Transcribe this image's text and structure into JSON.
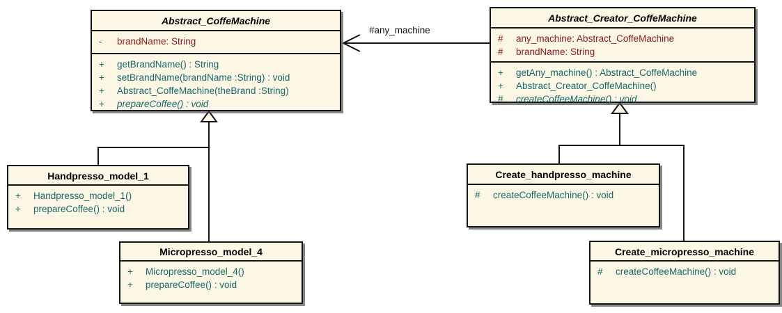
{
  "diagram": {
    "type": "uml-class-diagram",
    "colors": {
      "box_fill": "#FCF7E5",
      "border": "#141414",
      "attribute_text": "#8B1A1A",
      "method_text": "#17686B",
      "title_text": "#000000",
      "canvas": "#FFFFFF"
    },
    "relations": {
      "association_label": "#any_machine",
      "generalizations": [
        "Handpresso_model_1 -> Abstract_CoffeMachine",
        "Micropresso_model_4 -> Abstract_CoffeMachine",
        "Create_handpresso_machine -> Abstract_Creator_CoffeMachine",
        "Create_micropresso_machine -> Abstract_Creator_CoffeMachine"
      ]
    },
    "classes": {
      "abstract_coffe_machine": {
        "name": "Abstract_CoffeMachine",
        "attributes": [
          {
            "visibility": "-",
            "text": "brandName: String"
          }
        ],
        "methods": [
          {
            "visibility": "+",
            "text": "getBrandName() : String"
          },
          {
            "visibility": "+",
            "text": "setBrandName(brandName :String) : void"
          },
          {
            "visibility": "+",
            "text": "Abstract_CoffeMachine(theBrand :String)"
          },
          {
            "visibility": "+",
            "text": "prepareCoffee() : void"
          }
        ]
      },
      "abstract_creator_coffe_machine": {
        "name": "Abstract_Creator_CoffeMachine",
        "attributes": [
          {
            "visibility": "#",
            "text": "any_machine: Abstract_CoffeMachine"
          },
          {
            "visibility": "#",
            "text": "brandName: String"
          }
        ],
        "methods": [
          {
            "visibility": "+",
            "text": "getAny_machine() : Abstract_CoffeMachine"
          },
          {
            "visibility": "+",
            "text": "Abstract_Creator_CoffeMachine()"
          },
          {
            "visibility": "#",
            "text": "createCoffeeMachine() : void"
          }
        ]
      },
      "handpresso_model_1": {
        "name": "Handpresso_model_1",
        "methods": [
          {
            "visibility": "+",
            "text": "Handpresso_model_1()"
          },
          {
            "visibility": "+",
            "text": "prepareCoffee() : void"
          }
        ]
      },
      "micropresso_model_4": {
        "name": "Micropresso_model_4",
        "methods": [
          {
            "visibility": "+",
            "text": "Micropresso_model_4()"
          },
          {
            "visibility": "+",
            "text": "prepareCoffee() : void"
          }
        ]
      },
      "create_handpresso_machine": {
        "name": "Create_handpresso_machine",
        "methods": [
          {
            "visibility": "#",
            "text": "createCoffeeMachine() : void"
          }
        ]
      },
      "create_micropresso_machine": {
        "name": "Create_micropresso_machine",
        "methods": [
          {
            "visibility": "#",
            "text": "createCoffeeMachine() : void"
          }
        ]
      }
    }
  }
}
